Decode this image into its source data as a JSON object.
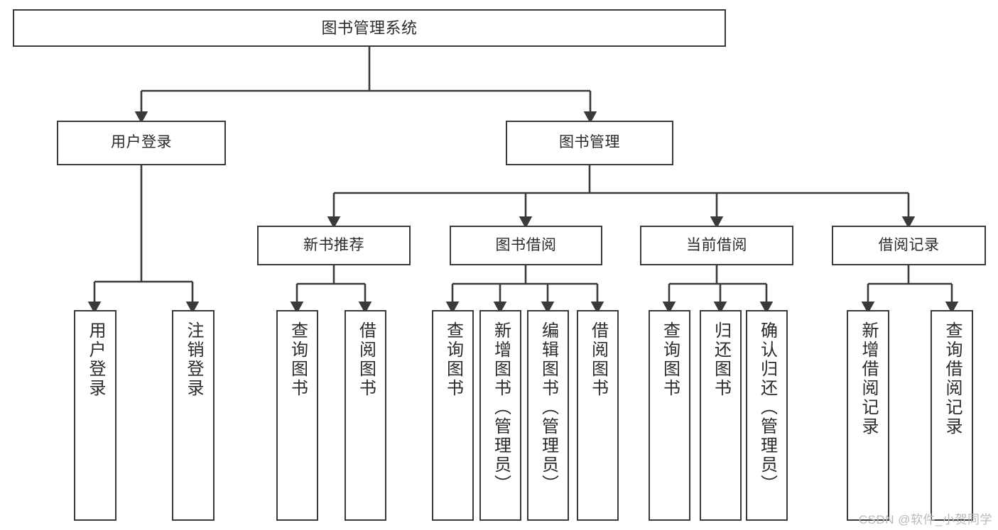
{
  "diagram": {
    "title": "图书管理系统",
    "type": "tree-hierarchy",
    "watermark": "CSDN @软件_小贺同学",
    "colors": {
      "background": "#ffffff",
      "node_border": "#3a3a3a",
      "node_fill": "#ffffff",
      "connector": "#3a3a3a",
      "text": "#2b2b2b",
      "watermark": "#b9b9b9"
    }
  },
  "nodes": {
    "root": {
      "label": "图书管理系统"
    },
    "level1": [
      {
        "label": "用户登录"
      },
      {
        "label": "图书管理"
      }
    ],
    "level2": [
      {
        "label": "新书推荐"
      },
      {
        "label": "图书借阅"
      },
      {
        "label": "当前借阅"
      },
      {
        "label": "借阅记录"
      }
    ],
    "leaves_user_login": [
      {
        "label": "用户登录"
      },
      {
        "label": "注销登录"
      }
    ],
    "leaves_new_book": [
      {
        "label": "查询图书"
      },
      {
        "label": "借阅图书"
      }
    ],
    "leaves_borrow": [
      {
        "label": "查询图书"
      },
      {
        "label": "新增图书（管理员）"
      },
      {
        "label": "编辑图书（管理员）"
      },
      {
        "label": "借阅图书"
      }
    ],
    "leaves_current": [
      {
        "label": "查询图书"
      },
      {
        "label": "归还图书"
      },
      {
        "label": "确认归还（管理员）"
      }
    ],
    "leaves_record": [
      {
        "label": "新增借阅记录"
      },
      {
        "label": "查询借阅记录"
      }
    ]
  }
}
